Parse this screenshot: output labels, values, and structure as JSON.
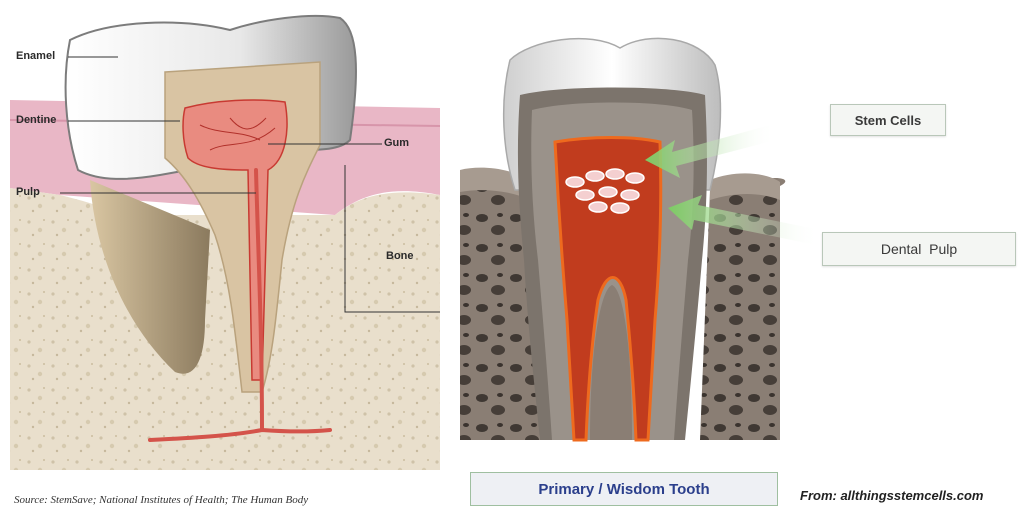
{
  "left_diagram": {
    "labels": {
      "enamel": "Enamel",
      "dentine": "Dentine",
      "pulp": "Pulp",
      "gum": "Gum",
      "bone": "Bone"
    },
    "source": "Source: StemSave; National Institutes of Health; The Human Body"
  },
  "right_diagram": {
    "labels": {
      "stem_cells": "Stem Cells",
      "dental_pulp": "Dental  Pulp"
    },
    "caption": "Primary / Wisdom Tooth",
    "credit": "From: allthingsstemcells.com"
  },
  "colors": {
    "gum": "#e9b7c6",
    "bone": "#e9dfcc",
    "enamel": "#f2f2f2",
    "dentine": "#d9c4a3",
    "pulp": "#c83a32",
    "arrow": "#8fd17a",
    "caption_text": "#2b3f8c"
  }
}
